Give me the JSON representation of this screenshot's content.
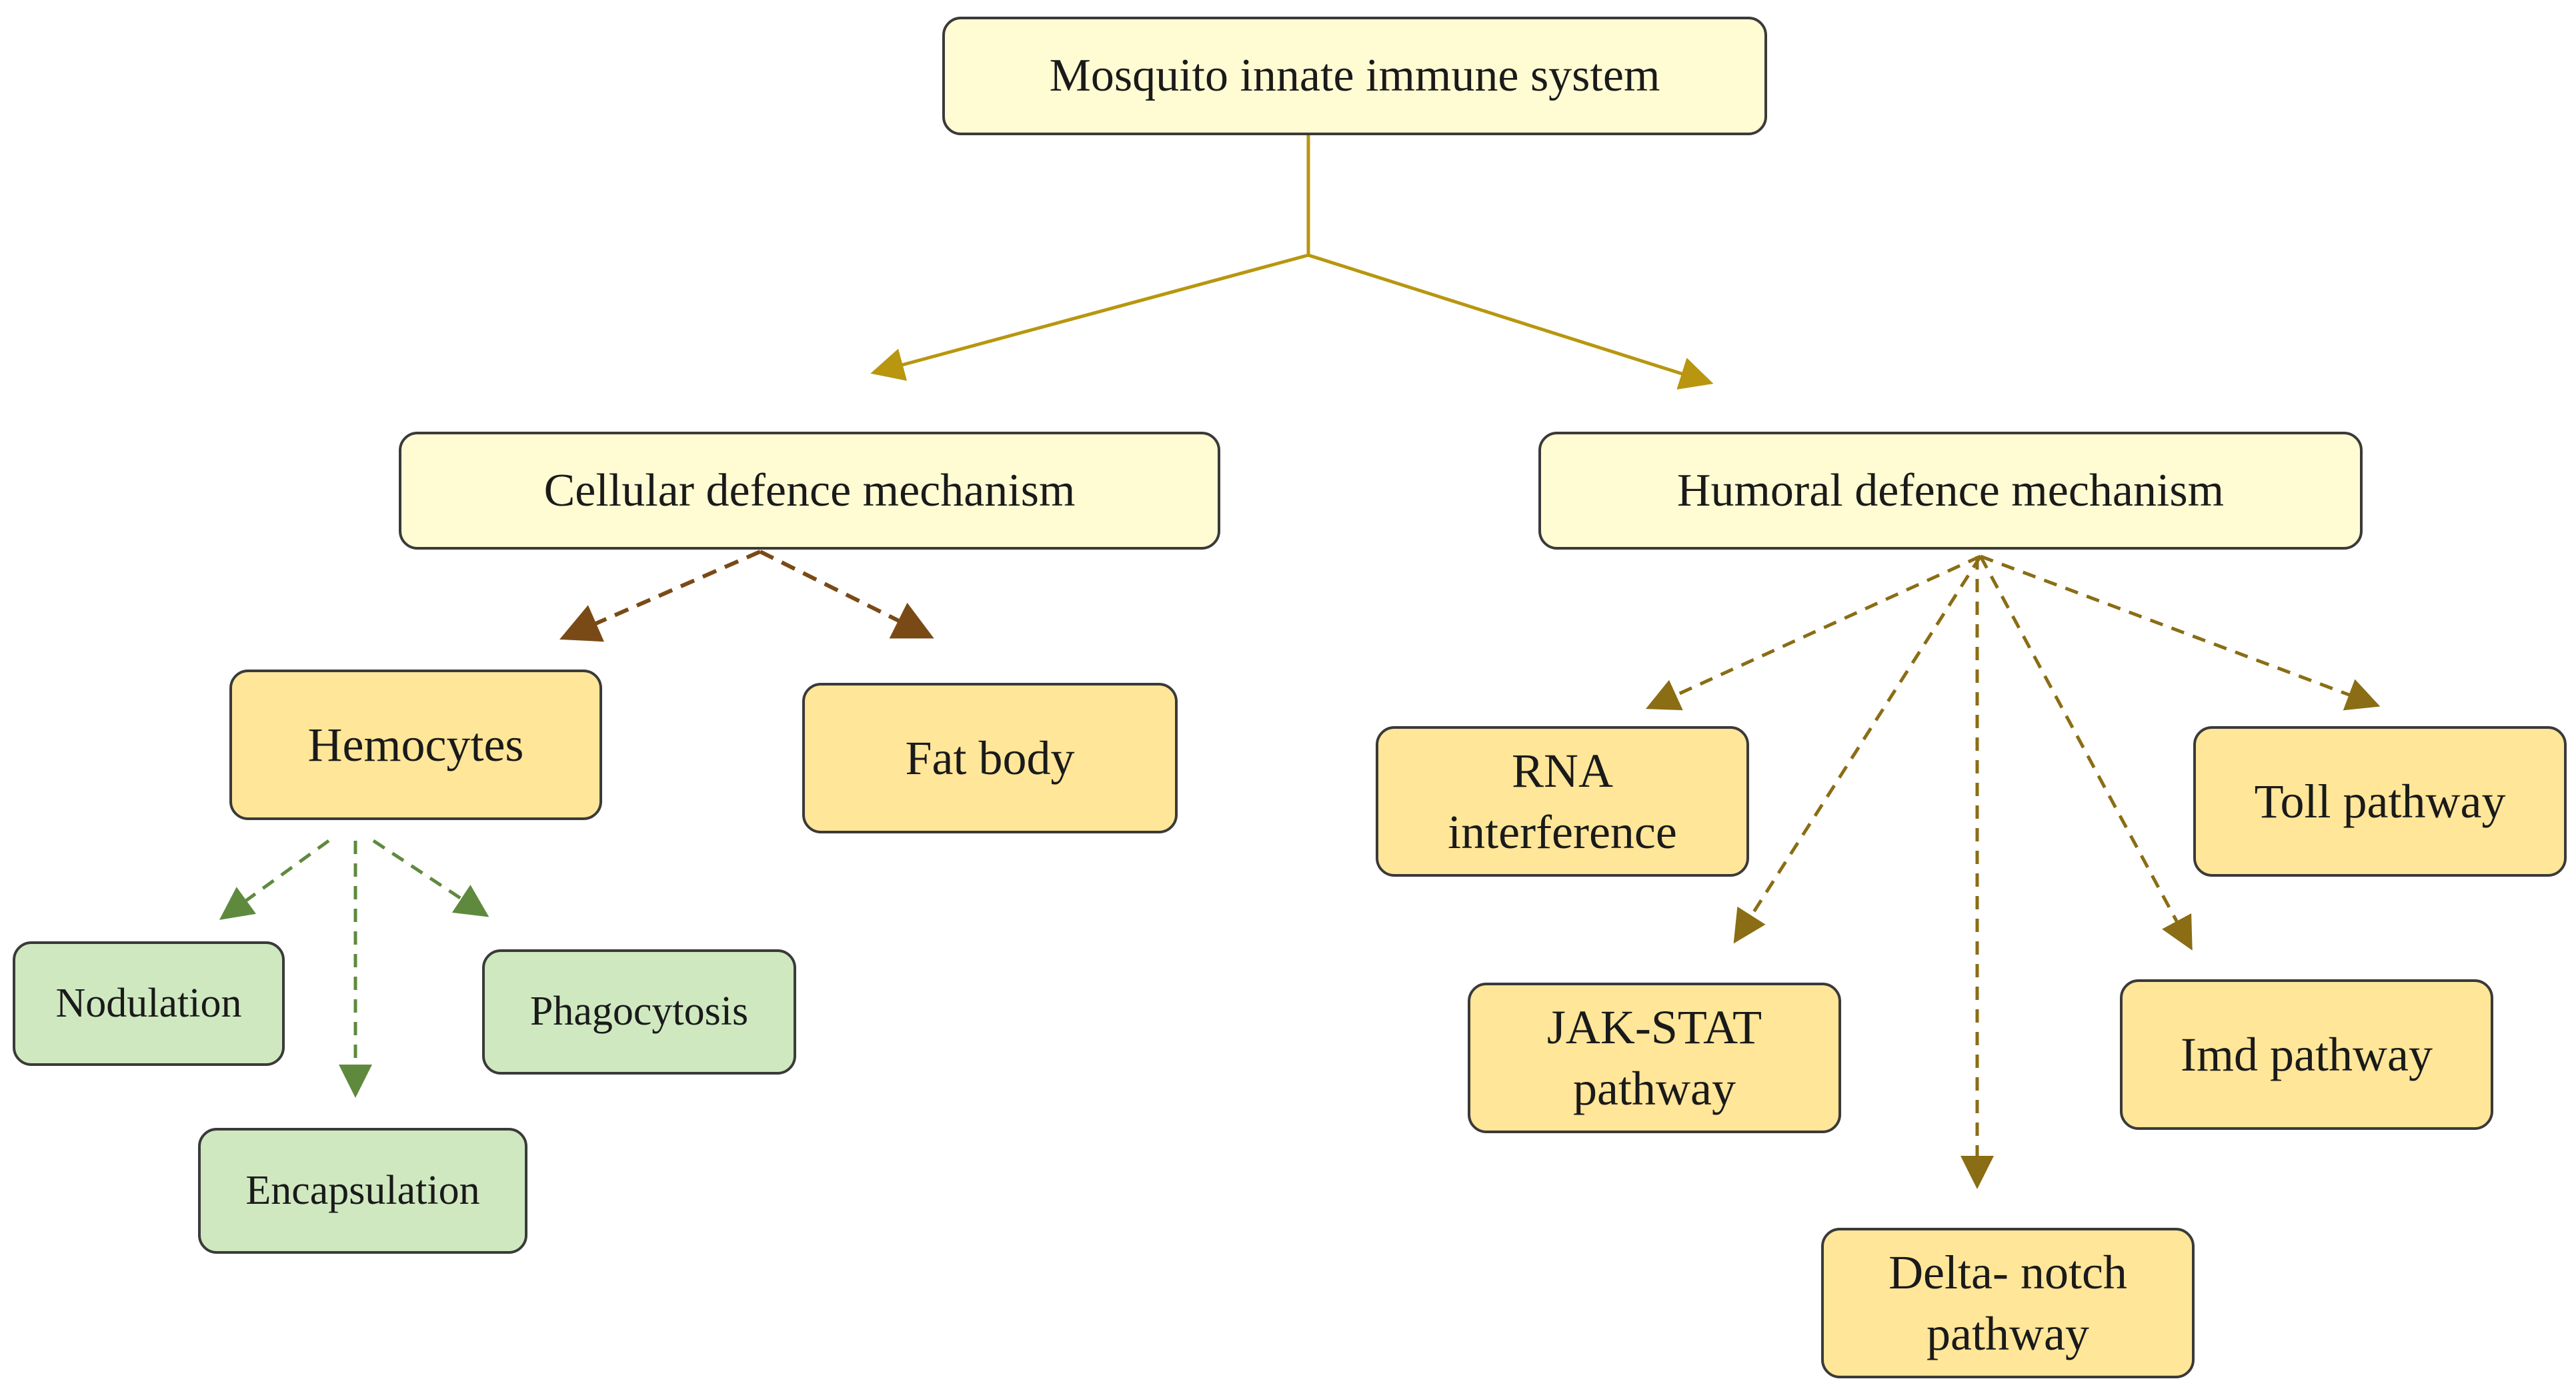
{
  "diagram": {
    "root": "Mosquito innate immune system",
    "cellular": "Cellular defence mechanism",
    "humoral": "Humoral defence mechanism",
    "hemocytes": "Hemocytes",
    "fat_body": "Fat body",
    "nodulation": "Nodulation",
    "encapsulation": "Encapsulation",
    "phagocytosis": "Phagocytosis",
    "rna_line1": "RNA",
    "rna_line2": "interference",
    "jak_line1": "JAK-STAT",
    "jak_line2": "pathway",
    "delta_line1": "Delta- notch",
    "delta_line2": "pathway",
    "imd": "Imd pathway",
    "toll": "Toll pathway"
  },
  "colors": {
    "root_fill": "#fffbd2",
    "pathway_fill": "#ffe699",
    "cellular_response_fill": "#cfe8c0",
    "root_connector": "#b8960f",
    "cellular_connector": "#7a4a16",
    "hemocyte_connector": "#5f8a3e",
    "humoral_connector": "#8a6d14"
  }
}
